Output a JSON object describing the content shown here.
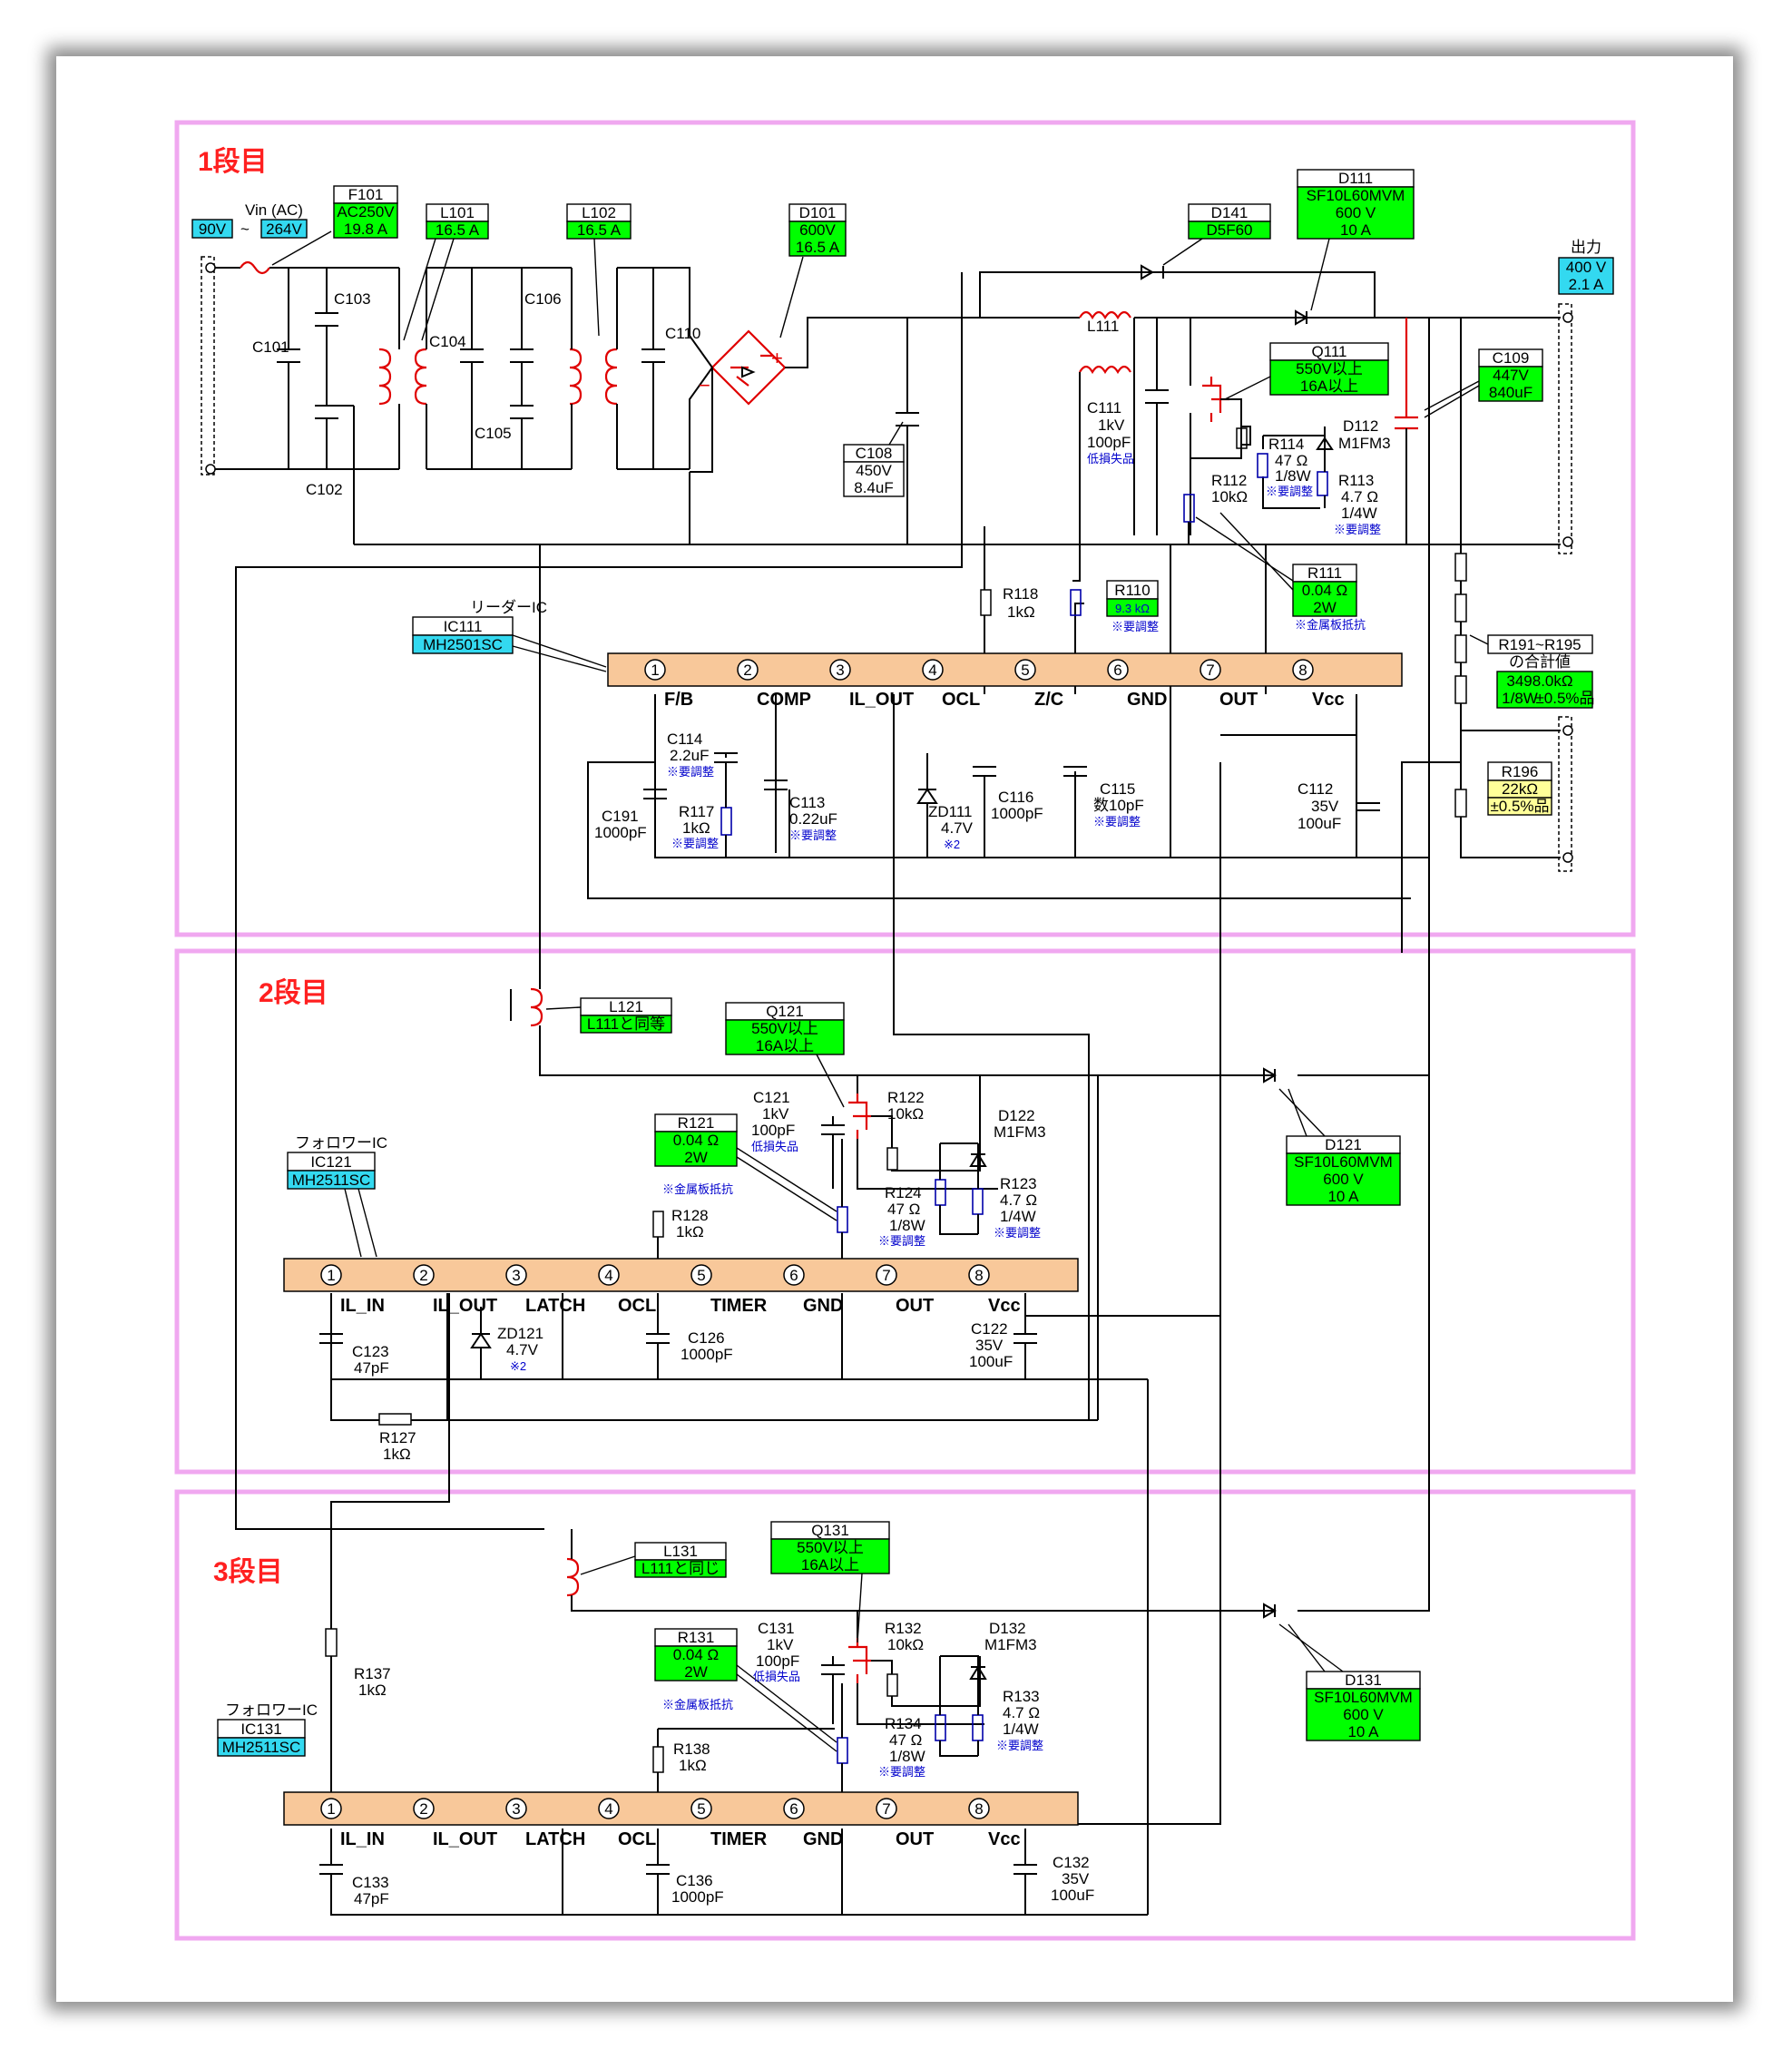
{
  "stages": {
    "s1": "1段目",
    "s2": "2段目",
    "s3": "3段目"
  },
  "input": {
    "label": "Vin (AC)",
    "vmin": "90V",
    "tilde": "~",
    "vmax": "264V"
  },
  "output": {
    "label": "出力",
    "v": "400 V",
    "a": "2.1 A"
  },
  "colors": {
    "green": "#00ff00",
    "cyan": "#33d9f0",
    "yellow": "#ffff99",
    "ic_bar": "#f8c89a",
    "stage_border": "#f0a8f0",
    "title": "#ff2020"
  },
  "s1": {
    "f101": {
      "name": "F101",
      "l1": "AC250V",
      "l2": "19.8 A"
    },
    "l101": {
      "name": "L101",
      "l1": "16.5 A"
    },
    "l102": {
      "name": "L102",
      "l1": "16.5 A"
    },
    "d101": {
      "name": "D101",
      "l1": "600V",
      "l2": "16.5 A"
    },
    "d141": {
      "name": "D141",
      "l1": "D5F60"
    },
    "d111": {
      "name": "D111",
      "l1": "SF10L60MVM",
      "l2": "600 V",
      "l3": "10 A"
    },
    "q111": {
      "name": "Q111",
      "l1": "550V以上",
      "l2": "16A以上"
    },
    "c109": {
      "name": "C109",
      "l1": "447V",
      "l2": "840uF"
    },
    "c108": {
      "name": "C108",
      "l1": "450V",
      "l2": "8.4uF"
    },
    "r111": {
      "name": "R111",
      "l1": "0.04 Ω",
      "l2": "2W",
      "note": "※金属板抵抗"
    },
    "r110": {
      "name": "R110",
      "l1": "9.3 kΩ",
      "note": "※要調整"
    },
    "r191": {
      "name": "R191~R195",
      "l1": "の合計値",
      "l2": "3498.0kΩ",
      "l3": "1/8W",
      "l4": "±0.5%品"
    },
    "r196": {
      "name": "R196",
      "l1": "22kΩ",
      "l2": "±0.5%品"
    },
    "ic": {
      "tag": "リーダーIC",
      "name": "IC111",
      "part": "MH2501SC",
      "pins": [
        "F/B",
        "COMP",
        "IL_OUT",
        "OCL",
        "Z/C",
        "GND",
        "OUT",
        "Vcc"
      ]
    },
    "texts": {
      "c101": "C101",
      "c102": "C102",
      "c103": "C103",
      "c104": "C104",
      "c105": "C105",
      "c106": "C106",
      "c110": "C110",
      "l111": "L111",
      "c111a": "C111",
      "c111b": "1kV",
      "c111c": "100pF",
      "c111n": "低損失品",
      "r114a": "R114",
      "r114b": "47 Ω",
      "r114c": "1/8W",
      "r114n": "※要調整",
      "d112a": "D112",
      "d112b": "M1FM3",
      "r112a": "R112",
      "r112b": "10kΩ",
      "r113a": "R113",
      "r113b": "4.7 Ω",
      "r113c": "1/4W",
      "r113n": "※要調整",
      "r118a": "R118",
      "r118b": "1kΩ",
      "c114a": "C114",
      "c114b": "2.2uF",
      "c114n": "※要調整",
      "r117a": "R117",
      "r117b": "1kΩ",
      "r117n": "※要調整",
      "c191a": "C191",
      "c191b": "1000pF",
      "c113a": "C113",
      "c113b": "0.22uF",
      "c113n": "※要調整",
      "zd111a": "ZD111",
      "zd111b": "4.7V",
      "zd111n": "※2",
      "c116a": "C116",
      "c116b": "1000pF",
      "c115a": "C115",
      "c115b": "数10pF",
      "c115n": "※要調整",
      "c112a": "C112",
      "c112b": "35V",
      "c112c": "100uF"
    }
  },
  "s2": {
    "l121": {
      "name": "L121",
      "l1": "L111と同等"
    },
    "q121": {
      "name": "Q121",
      "l1": "550V以上",
      "l2": "16A以上"
    },
    "r121": {
      "name": "R121",
      "l1": "0.04 Ω",
      "l2": "2W",
      "note": "※金属板抵抗"
    },
    "d121": {
      "name": "D121",
      "l1": "SF10L60MVM",
      "l2": "600 V",
      "l3": "10 A"
    },
    "ic": {
      "tag": "フォロワーIC",
      "name": "IC121",
      "part": "MH2511SC",
      "pins": [
        "IL_IN",
        "IL_OUT",
        "LATCH",
        "OCL",
        "TIMER",
        "GND",
        "OUT",
        "Vcc"
      ]
    },
    "texts": {
      "c121a": "C121",
      "c121b": "1kV",
      "c121c": "100pF",
      "c121n": "低損失品",
      "r122a": "R122",
      "r122b": "10kΩ",
      "d122a": "D122",
      "d122b": "M1FM3",
      "r124a": "R124",
      "r124b": "47 Ω",
      "r124c": "1/8W",
      "r124n": "※要調整",
      "r123a": "R123",
      "r123b": "4.7 Ω",
      "r123c": "1/4W",
      "r123n": "※要調整",
      "r128a": "R128",
      "r128b": "1kΩ",
      "c123a": "C123",
      "c123b": "47pF",
      "zd121a": "ZD121",
      "zd121b": "4.7V",
      "zd121n": "※2",
      "c126a": "C126",
      "c126b": "1000pF",
      "c122a": "C122",
      "c122b": "35V",
      "c122c": "100uF",
      "r127a": "R127",
      "r127b": "1kΩ"
    }
  },
  "s3": {
    "l131": {
      "name": "L131",
      "l1": "L111と同じ"
    },
    "q131": {
      "name": "Q131",
      "l1": "550V以上",
      "l2": "16A以上"
    },
    "r131": {
      "name": "R131",
      "l1": "0.04 Ω",
      "l2": "2W",
      "note": "※金属板抵抗"
    },
    "d131": {
      "name": "D131",
      "l1": "SF10L60MVM",
      "l2": "600 V",
      "l3": "10 A"
    },
    "ic": {
      "tag": "フォロワーIC",
      "name": "IC131",
      "part": "MH2511SC",
      "pins": [
        "IL_IN",
        "IL_OUT",
        "LATCH",
        "OCL",
        "TIMER",
        "GND",
        "OUT",
        "Vcc"
      ]
    },
    "texts": {
      "c131a": "C131",
      "c131b": "1kV",
      "c131c": "100pF",
      "c131n": "低損失品",
      "r132a": "R132",
      "r132b": "10kΩ",
      "d132a": "D132",
      "d132b": "M1FM3",
      "r134a": "R134",
      "r134b": "47 Ω",
      "r134c": "1/8W",
      "r134n": "※要調整",
      "r133a": "R133",
      "r133b": "4.7 Ω",
      "r133c": "1/4W",
      "r133n": "※要調整",
      "r138a": "R138",
      "r138b": "1kΩ",
      "r137a": "R137",
      "r137b": "1kΩ",
      "c133a": "C133",
      "c133b": "47pF",
      "c136a": "C136",
      "c136b": "1000pF",
      "c132a": "C132",
      "c132b": "35V",
      "c132c": "100uF"
    }
  }
}
